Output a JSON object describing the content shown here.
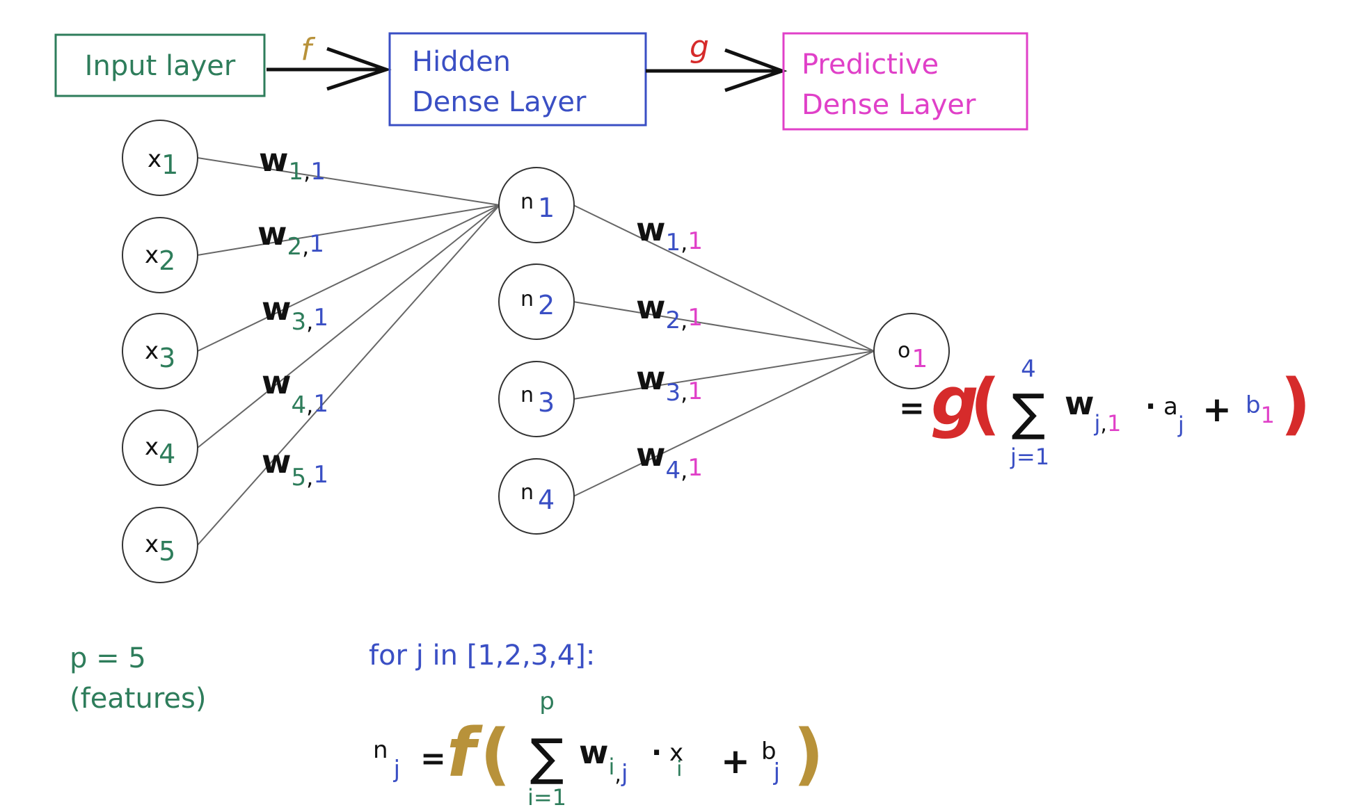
{
  "colors": {
    "green": "#2e7d5b",
    "blue": "#3a4fc4",
    "magenta": "#e040c8",
    "red": "#d62b2b",
    "gold": "#b8923a",
    "black": "#111111",
    "line": "#666666",
    "circle": "#333333"
  },
  "header": {
    "input_label": "Input layer",
    "hidden_line1": "Hidden",
    "hidden_line2": "Dense Layer",
    "predictive_line1": "Predictive",
    "predictive_line2": "Dense Layer",
    "arrow1_label": "f",
    "arrow2_label": "g"
  },
  "inputs": [
    {
      "base": "x",
      "sub": "1"
    },
    {
      "base": "x",
      "sub": "2"
    },
    {
      "base": "x",
      "sub": "3"
    },
    {
      "base": "x",
      "sub": "4"
    },
    {
      "base": "x",
      "sub": "5"
    }
  ],
  "hidden": [
    {
      "base": "n",
      "sub": "1"
    },
    {
      "base": "n",
      "sub": "2"
    },
    {
      "base": "n",
      "sub": "3"
    },
    {
      "base": "n",
      "sub": "4"
    }
  ],
  "output": {
    "base": "o",
    "sub": "1"
  },
  "weights_input": [
    {
      "w": "w",
      "i": "1",
      "sep": ",",
      "j": "1"
    },
    {
      "w": "w",
      "i": "2",
      "sep": ",",
      "j": "1"
    },
    {
      "w": "w",
      "i": "3",
      "sep": ",",
      "j": "1"
    },
    {
      "w": "w",
      "i": "4",
      "sep": ",",
      "j": "1"
    },
    {
      "w": "w",
      "i": "5",
      "sep": ",",
      "j": "1"
    }
  ],
  "weights_hidden": [
    {
      "w": "w",
      "i": "1",
      "sep": ",",
      "j": "1"
    },
    {
      "w": "w",
      "i": "2",
      "sep": ",",
      "j": "1"
    },
    {
      "w": "w",
      "i": "3",
      "sep": ",",
      "j": "1"
    },
    {
      "w": "w",
      "i": "4",
      "sep": ",",
      "j": "1"
    }
  ],
  "output_formula": {
    "eq": "=",
    "fn": "g",
    "open": "(",
    "sigma": "∑",
    "upper": "4",
    "lower_j": "j",
    "lower_eq1": "=1",
    "w": "w",
    "w_j": "j",
    "w_sep": ",",
    "w_1": "1",
    "dot": "·",
    "a": "a",
    "a_j": "j",
    "plus": "+",
    "b": "b",
    "b_1": "1",
    "close": ")"
  },
  "features_note": {
    "line1": "p = 5",
    "line2": "(features)"
  },
  "loop_text": "for j in [1,2,3,4]:",
  "hidden_formula": {
    "n": "n",
    "n_j": "j",
    "eq": "=",
    "fn": "f",
    "open": "(",
    "sigma": "∑",
    "upper": "p",
    "lower": "i=1",
    "w": "w",
    "w_i": "i",
    "w_sep": ",",
    "w_j": "j",
    "dot": "·",
    "x": "x",
    "x_i": "i",
    "plus": "+",
    "b": "b",
    "b_j": "j",
    "close": ")"
  }
}
